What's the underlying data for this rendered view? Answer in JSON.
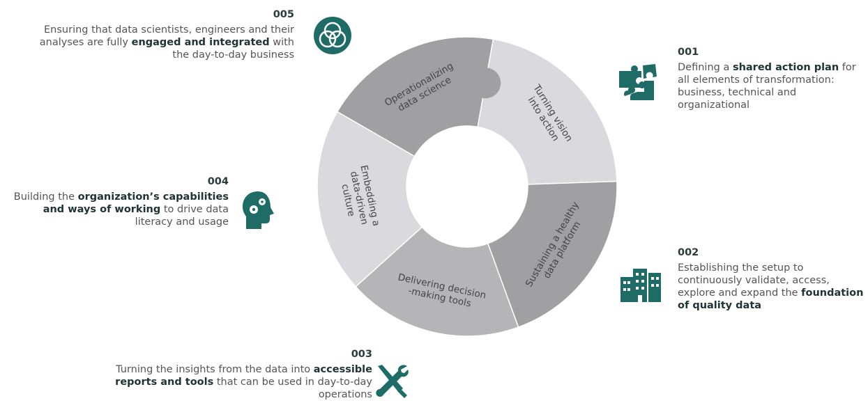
{
  "colors": {
    "accent": "#1f6b66",
    "segment_light": "#dadade",
    "segment_mid": "#b5b5b8",
    "segment_dark": "#a0a0a2",
    "text": "#555555"
  },
  "segments": [
    {
      "id": "turning",
      "label_lines": [
        "Turning vision",
        "into action"
      ]
    },
    {
      "id": "sustaining",
      "label_lines": [
        "Sustaining a healthy",
        "data platform"
      ]
    },
    {
      "id": "delivering",
      "label_lines": [
        "Delivering decision",
        "-making tools"
      ]
    },
    {
      "id": "embedding",
      "label_lines": [
        "Embedding a",
        "data-driven",
        "culture"
      ]
    },
    {
      "id": "operationalizing",
      "label_lines": [
        "Operationalizing",
        "data science"
      ]
    }
  ],
  "items": {
    "i005": {
      "number": "005",
      "text": [
        "Ensuring that data scientists, engineers and their analyses are fully ",
        "engaged and integrated",
        " with the day-to-day business"
      ],
      "icon": "venn-circles-icon"
    },
    "i001": {
      "number": "001",
      "text": [
        "Defining a ",
        "shared action plan",
        " for all elements of transformation: business, technical and organizational"
      ],
      "icon": "puzzle-icon"
    },
    "i004": {
      "number": "004",
      "text": [
        "Building the ",
        "organization’s capabilities and ways of working",
        " to drive data literacy and usage"
      ],
      "icon": "head-gears-icon"
    },
    "i002": {
      "number": "002",
      "text": [
        "Establishing the setup to continuously validate, access, explore and expand the ",
        "foundation of quality data",
        ""
      ],
      "icon": "buildings-icon"
    },
    "i003": {
      "number": "003",
      "text": [
        "Turning the insights from the data into ",
        "accessible reports and tools",
        " that can be used in day-to-day operations"
      ],
      "icon": "tools-icon"
    }
  }
}
